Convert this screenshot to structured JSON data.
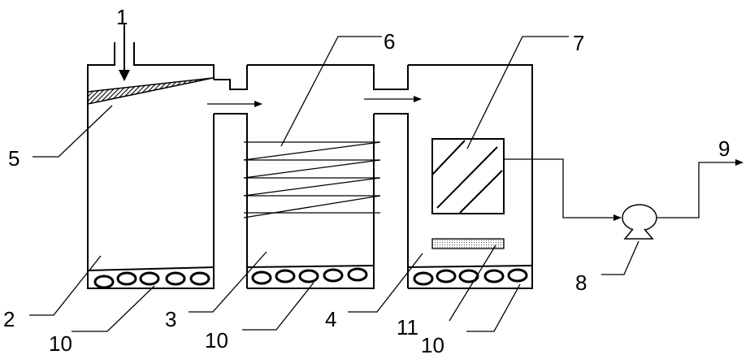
{
  "labels": {
    "l1": "1",
    "l2": "2",
    "l3": "3",
    "l4": "4",
    "l5": "5",
    "l6": "6",
    "l7": "7",
    "l8": "8",
    "l9": "9",
    "l10a": "10",
    "l10b": "10",
    "l10c": "10",
    "l11": "11"
  },
  "colors": {
    "line": "#000000",
    "background": "#ffffff"
  }
}
